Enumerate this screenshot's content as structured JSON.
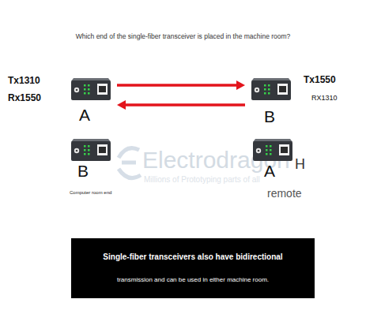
{
  "diagram": {
    "title": "Which end of the single-fiber transceiver is placed in the machine room?",
    "nodes": [
      {
        "text": [
          "A"
        ]
      },
      {
        "text": [
          "B"
        ]
      },
      {
        "text": [
          "B"
        ]
      },
      {
        "text": [
          "A"
        ]
      },
      {
        "text": [
          "Single-fiber transceivers also have bidirectional",
          "transmission and can be used in either machine room."
        ]
      }
    ],
    "edges": [
      {
        "from": 0,
        "to": 1,
        "arrow": "to"
      },
      {
        "from": 1,
        "to": 0,
        "arrow": "to"
      }
    ],
    "labels": [
      "Tx1310",
      "Rx1550",
      "Tx1550",
      "RX1310",
      "Computer room end",
      "H",
      "remote",
      "Electrodragon",
      "Millions of Prototyping parts of all"
    ]
  }
}
